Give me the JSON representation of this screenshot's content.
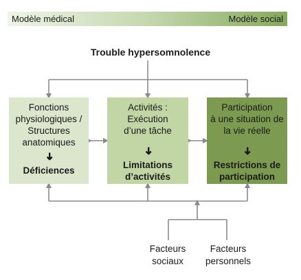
{
  "scale_bar": {
    "left_label": "Modèle médical",
    "right_label": "Modèle social"
  },
  "title": "Trouble hypersomnolence",
  "boxes": [
    {
      "lines": [
        "Fonctions",
        "physiologiques /",
        "Structures",
        "anatomiques"
      ],
      "arrow": "➜",
      "result": "Déficiences",
      "color": "#dbe6cd"
    },
    {
      "lines": [
        "Activités :",
        "Exécution",
        "d’une tâche"
      ],
      "arrow": "➜",
      "result": "Limitations d’activités",
      "color": "#c1d6a4"
    },
    {
      "lines": [
        "Participation",
        "à une situation de",
        "la vie réelle"
      ],
      "arrow": "➜",
      "result": "Restrictions de participation",
      "color": "#7c9b50"
    }
  ],
  "factors": {
    "social": [
      "Facteurs",
      "sociaux"
    ],
    "personal": [
      "Facteurs",
      "personnels"
    ]
  },
  "colors": {
    "connector": "#8a8a8a"
  }
}
